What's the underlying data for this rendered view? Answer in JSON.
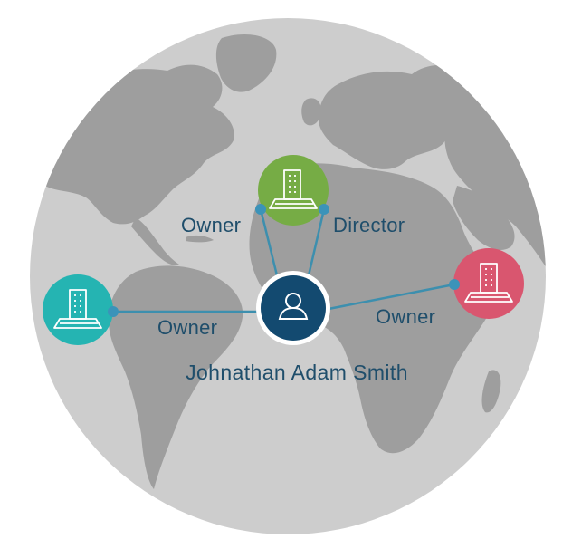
{
  "colors": {
    "globe": "#cdcdcd",
    "land": "#9e9e9e",
    "link": "#3d8fae",
    "joint": "#3b93b9",
    "person": "#134a70",
    "company_green": "#76ac45",
    "company_teal": "#25b4b2",
    "company_pink": "#d9566f",
    "text": "#1f4e6b"
  },
  "person": {
    "name": "Johnathan Adam Smith",
    "icon": "user-icon"
  },
  "companies": [
    {
      "id": "north",
      "icon": "building-icon",
      "color_key": "company_green",
      "relation": "Owner"
    },
    {
      "id": "north",
      "icon": "building-icon",
      "color_key": "company_green",
      "relation": "Director"
    },
    {
      "id": "west",
      "icon": "building-icon",
      "color_key": "company_teal",
      "relation": "Owner"
    },
    {
      "id": "east",
      "icon": "building-icon",
      "color_key": "company_pink",
      "relation": "Owner"
    }
  ],
  "labels": {
    "north_owner": "Owner",
    "north_director": "Director",
    "west_owner": "Owner",
    "east_owner": "Owner"
  }
}
